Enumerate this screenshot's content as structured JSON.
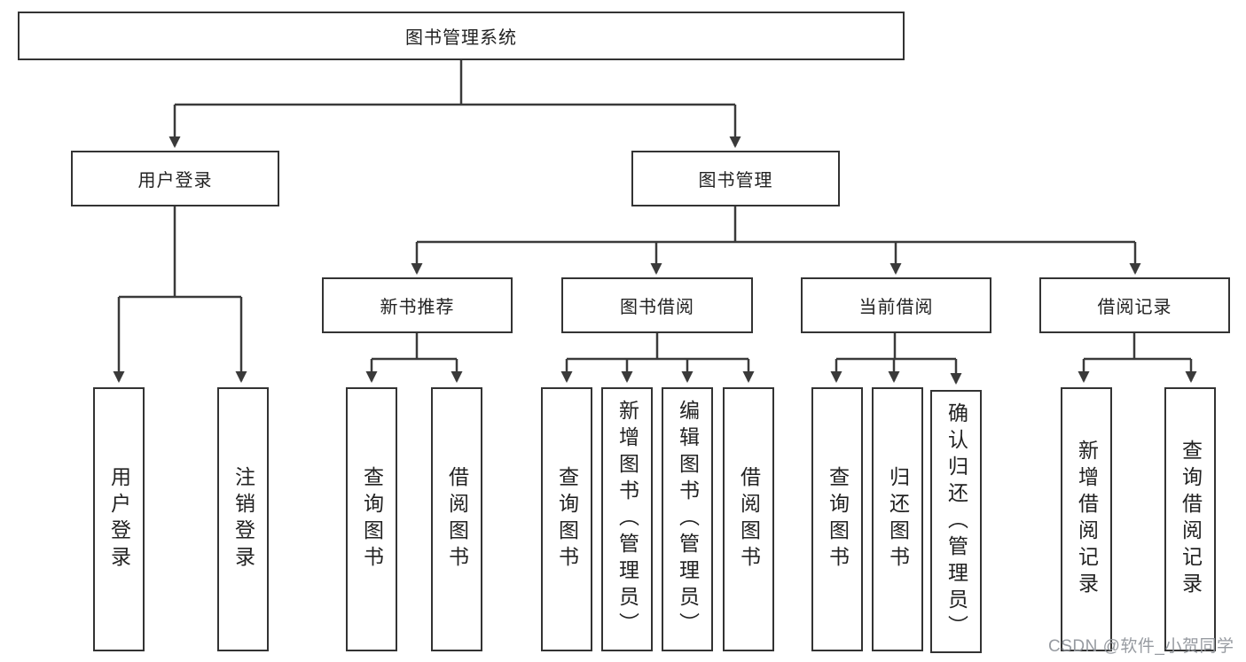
{
  "colors": {
    "line": "#3a3a3a",
    "border": "#333333",
    "text": "#222222",
    "background": "#ffffff",
    "watermark": "#91969c"
  },
  "watermark": {
    "text": "CSDN @软件_小贺同学"
  },
  "tree": {
    "label": "图书管理系统",
    "children": [
      {
        "label": "用户登录",
        "children": [
          {
            "label": "用户登录"
          },
          {
            "label": "注销登录"
          }
        ]
      },
      {
        "label": "图书管理",
        "children": [
          {
            "label": "新书推荐",
            "children": [
              {
                "label": "查询图书"
              },
              {
                "label": "借阅图书"
              }
            ]
          },
          {
            "label": "图书借阅",
            "children": [
              {
                "label": "查询图书"
              },
              {
                "label": "新增图书（管理员）"
              },
              {
                "label": "编辑图书（管理员）"
              },
              {
                "label": "借阅图书"
              }
            ]
          },
          {
            "label": "当前借阅",
            "children": [
              {
                "label": "查询图书"
              },
              {
                "label": "归还图书"
              },
              {
                "label": "确认归还（管理员）"
              }
            ]
          },
          {
            "label": "借阅记录",
            "children": [
              {
                "label": "新增借阅记录"
              },
              {
                "label": "查询借阅记录"
              }
            ]
          }
        ]
      }
    ]
  }
}
